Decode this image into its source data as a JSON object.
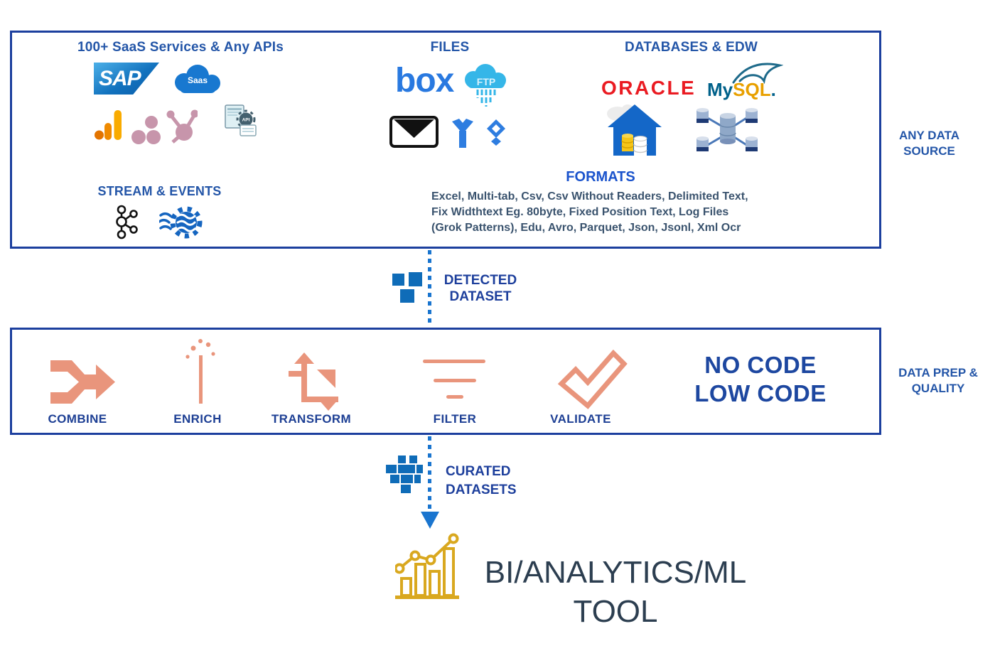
{
  "colors": {
    "box_border": "#1c3f9e",
    "section_heading": "#2456a8",
    "formats_heading": "#1a53cc",
    "formats_body": "#3a536e",
    "flow_label": "#1d3f9c",
    "dataset_square_blue": "#0f6cb8",
    "dotted_line": "#1a75cf",
    "step_icon_salmon": "#e9957c",
    "step_label_blue": "#1d3f94",
    "no_code_blue": "#1d47a0",
    "bi_navy": "#2c3e50",
    "chart_gold": "#d9a81f",
    "oracle_red": "#ea1b22",
    "mysql_orange": "#e8a000",
    "mysql_blue": "#00618a"
  },
  "top_box": {
    "saas_group": {
      "title": "100+ SaaS Services & Any APIs",
      "stream_title": "STREAM & EVENTS"
    },
    "files_group": {
      "title": "FILES"
    },
    "db_group": {
      "title": "DATABASES & EDW"
    },
    "formats": {
      "title": "FORMATS",
      "line1": "Excel, Multi-tab, Csv, Csv Without Readers, Delimited Text,",
      "line2": "Fix Widthtext Eg. 80byte, Fixed Position Text, Log Files",
      "line3": "(Grok Patterns), Edu, Avro, Parquet, Json, Jsonl, Xml Ocr"
    },
    "side_label": {
      "line1": "ANY DATA",
      "line2": "SOURCE"
    }
  },
  "logos": {
    "sap": "SAP",
    "saas_cloud": "Saas",
    "box": "box",
    "ftp": "FTP",
    "oracle": "ORACLE",
    "mysql_my": "My",
    "mysql_sql": "SQL",
    "mysql_dot": ".",
    "api": "API"
  },
  "detected": {
    "line1": "DETECTED",
    "line2": "DATASET"
  },
  "prep_box": {
    "steps": [
      "COMBINE",
      "ENRICH",
      "TRANSFORM",
      "FILTER",
      "VALIDATE"
    ],
    "no_code": {
      "line1": "NO CODE",
      "line2": "LOW CODE"
    },
    "side_label": {
      "line1": "DATA PREP &",
      "line2": "QUALITY"
    }
  },
  "curated": {
    "line1": "CURATED",
    "line2": "DATASETS"
  },
  "bi_tool": {
    "line1": "BI/ANALYTICS/ML",
    "line2": "TOOL"
  }
}
